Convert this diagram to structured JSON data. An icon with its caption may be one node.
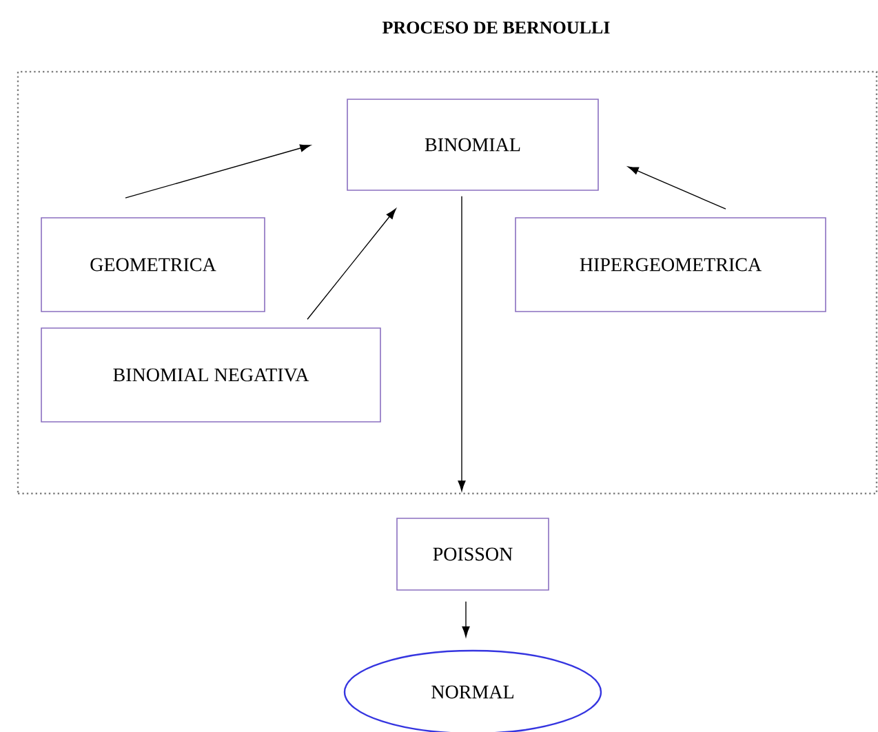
{
  "diagram": {
    "nodes": [
      {
        "text": [
          "PROCESO DE BERNOULLI"
        ]
      },
      {
        "text": [
          "BINOMIAL"
        ],
        "in": 0
      },
      {
        "text": [
          "GEOMETRICA"
        ],
        "in": 0
      },
      {
        "text": [
          "HIPERGEOMETRICA"
        ],
        "in": 0
      },
      {
        "text": [
          "BINOMIAL NEGATIVA"
        ],
        "in": 0
      },
      {
        "text": [
          "POISSON"
        ]
      },
      {
        "text": [
          "NORMAL"
        ]
      }
    ],
    "edges": [
      {
        "from": 2,
        "to": 1,
        "arrow": "to"
      },
      {
        "from": 4,
        "to": 1,
        "arrow": "to"
      },
      {
        "from": 3,
        "to": 1,
        "arrow": "to"
      },
      {
        "from": 1,
        "to": 5,
        "arrow": "to"
      },
      {
        "from": 5,
        "to": 6,
        "arrow": "to"
      }
    ]
  }
}
